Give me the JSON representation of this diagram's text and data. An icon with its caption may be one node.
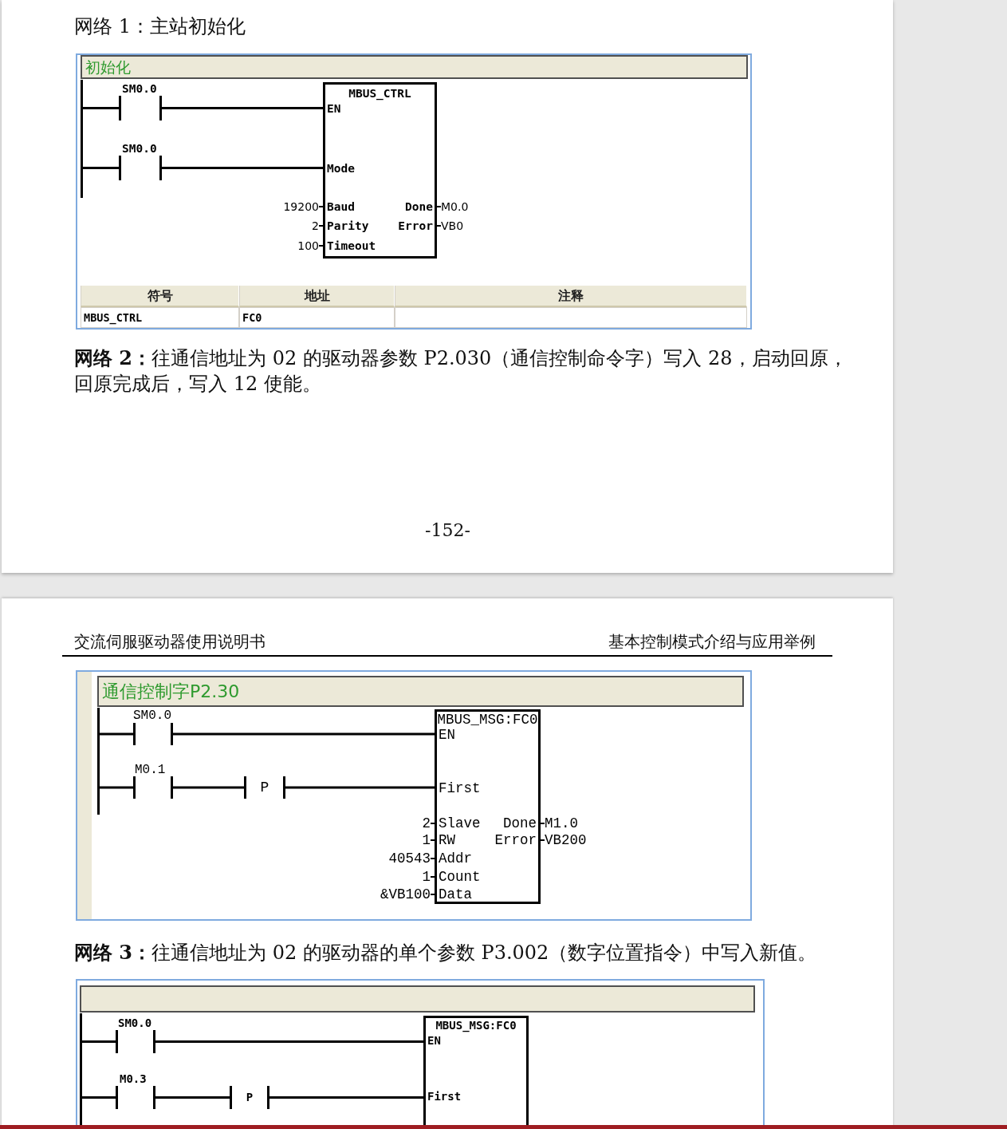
{
  "diagram": {
    "nodes": [
      {
        "text": [],
        "shape": "box"
      },
      {
        "text": [
          "初始化"
        ],
        "in": 0
      },
      {
        "text": [],
        "shape": "bar",
        "in": 0
      },
      {
        "text": [
          "SM0.0"
        ],
        "in": 0
      },
      {
        "text": [
          "SM0.0"
        ],
        "in": 0
      },
      {
        "text": [
          "MBUS_CTRL",
          "EN",
          "Mode",
          "Baud",
          "Parity",
          "Timeout",
          "Done",
          "Error"
        ],
        "beside": [
          "19200",
          "2",
          "100",
          "M0.0",
          "VB0"
        ],
        "in": 0
      },
      {
        "text": [],
        "shape": "box"
      },
      {
        "text": [
          "通信控制字P2.30"
        ],
        "in": 6
      },
      {
        "text": [],
        "shape": "bar",
        "in": 6
      },
      {
        "text": [
          "SM0.0"
        ],
        "in": 6
      },
      {
        "text": [
          "M0.1"
        ],
        "in": 6
      },
      {
        "text": [
          "P"
        ],
        "in": 6
      },
      {
        "text": [
          "MBUS_MSG:FC0",
          "EN",
          "First",
          "Slave",
          "RW",
          "Addr",
          "Count",
          "Data",
          "Done",
          "Error"
        ],
        "beside": [
          "2",
          "1",
          "40543",
          "1",
          "&VB100",
          "M1.0",
          "VB200"
        ],
        "in": 6
      },
      {
        "text": [],
        "shape": "box"
      },
      {
        "text": [],
        "shape": "box",
        "in": 13
      },
      {
        "text": [],
        "shape": "bar",
        "in": 13
      },
      {
        "text": [
          "SM0.0"
        ],
        "in": 13
      },
      {
        "text": [
          "M0.3"
        ],
        "in": 13
      },
      {
        "text": [
          "P"
        ],
        "in": 13
      },
      {
        "text": [
          "MBUS_MSG:FC0",
          "EN",
          "First"
        ],
        "in": 13
      }
    ],
    "edges": [
      {
        "from": 2,
        "to": 3,
        "arrow": "none"
      },
      {
        "from": 3,
        "to": 5,
        "arrow": "none"
      },
      {
        "from": 2,
        "to": 4,
        "arrow": "none"
      },
      {
        "from": 4,
        "to": 5,
        "arrow": "none"
      },
      {
        "from": 8,
        "to": 9,
        "arrow": "none"
      },
      {
        "from": 9,
        "to": 12,
        "arrow": "none"
      },
      {
        "from": 8,
        "to": 10,
        "arrow": "none"
      },
      {
        "from": 10,
        "to": 11,
        "arrow": "none"
      },
      {
        "from": 11,
        "to": 12,
        "arrow": "none"
      },
      {
        "from": 15,
        "to": 16,
        "arrow": "none"
      },
      {
        "from": 16,
        "to": 19,
        "arrow": "none"
      },
      {
        "from": 15,
        "to": 17,
        "arrow": "none"
      },
      {
        "from": 17,
        "to": 18,
        "arrow": "none"
      },
      {
        "from": 18,
        "to": 19,
        "arrow": "none"
      }
    ],
    "labels": [
      "网络 1：主站初始化",
      "符号",
      "地址",
      "注释",
      "MBUS_CTRL",
      "FC0",
      "**网络 2：**往通信地址为 02 的驱动器参数 P2.030（通信控制命令字）写入 28，启动回原，回原完成后，写入 12 使能。",
      "-152-",
      "交流伺服驱动器使用说明书",
      "基本控制模式介绍与应用举例",
      "**网络 3：**往通信地址为 02 的驱动器的单个参数 P3.002（数字位置指令）中写入新值。"
    ]
  }
}
